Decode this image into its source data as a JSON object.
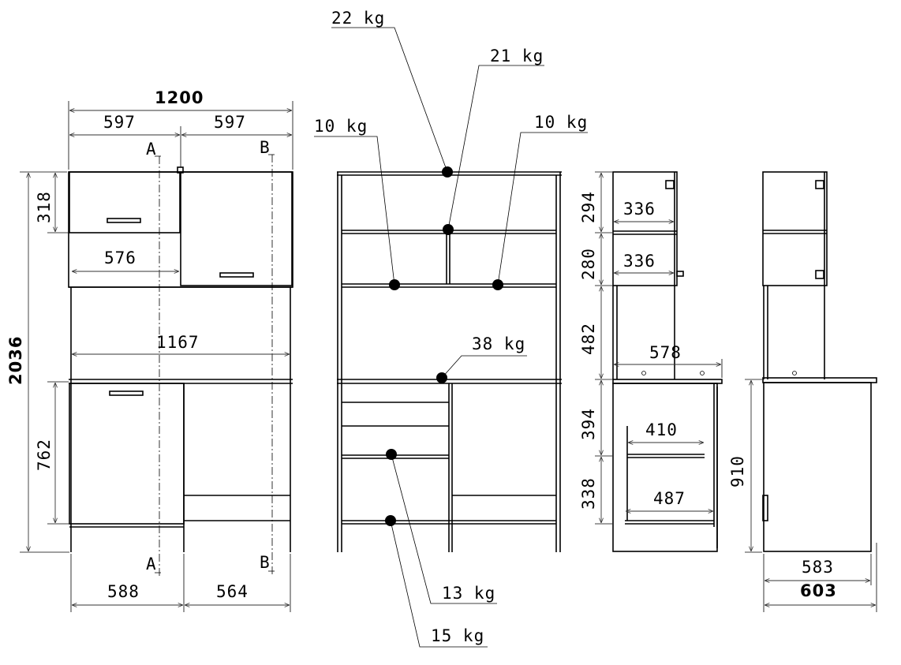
{
  "front": {
    "width_total": "1200",
    "width_left": "597",
    "width_right": "597",
    "height_total": "2036",
    "h_upper_box": "318",
    "h_lower_cab": "762",
    "inner_upper": "576",
    "inner_width": "1167",
    "w_bottom_left": "588",
    "w_bottom_right": "564",
    "section_a": "A",
    "section_b": "B"
  },
  "loads": {
    "top": "22 kg",
    "shelf_mid": "21 kg",
    "shelf_left": "10 kg",
    "shelf_right": "10 kg",
    "desk": "38 kg",
    "drawer_shelf": "13 kg",
    "bottom": "15 kg"
  },
  "side_a": {
    "h_top": "294",
    "d_top": "336",
    "h_mid": "280",
    "d_mid": "336",
    "h_open": "482",
    "d_desk": "578",
    "h_cab_upper": "394",
    "d_shelf": "410",
    "h_cab_lower": "338",
    "d_bottom": "487"
  },
  "side_b": {
    "h_lower": "910",
    "d_inner": "583",
    "d_total": "603"
  }
}
